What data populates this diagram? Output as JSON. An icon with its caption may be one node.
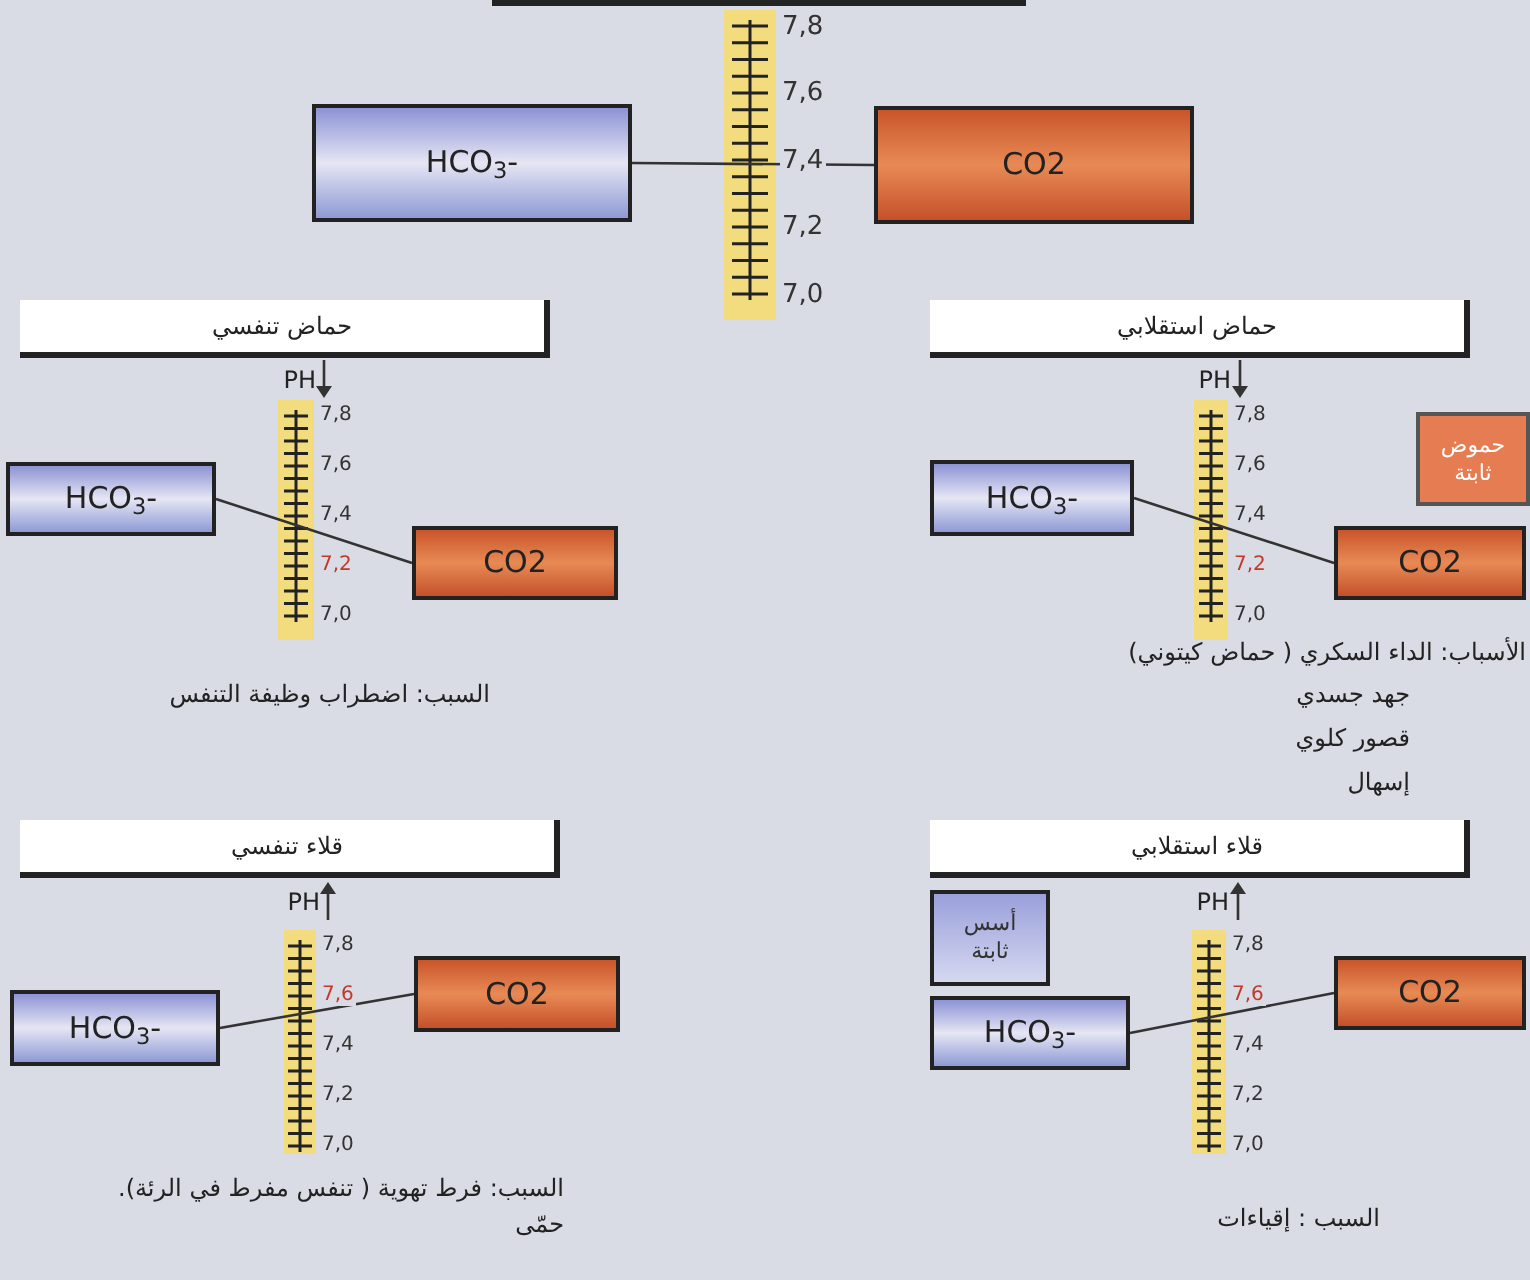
{
  "diagram": {
    "nodes": [
      {
        "text": [
          "HCO$_{3}$-"
        ]
      },
      {
        "text": [
          "CO2"
        ]
      },
      {
        "text": [
          "حماض تنفسي"
        ]
      },
      {
        "text": [
          "HCO$_{3}$-"
        ]
      },
      {
        "text": [
          "CO2"
        ]
      },
      {
        "text": [
          "حماض استقلابي"
        ]
      },
      {
        "text": [
          "حموض ثابتة"
        ]
      },
      {
        "text": [
          "HCO$_{3}$-"
        ]
      },
      {
        "text": [
          "CO2"
        ]
      },
      {
        "text": [
          "قلاء تنفسي"
        ]
      },
      {
        "text": [
          "HCO$_{3}$-"
        ]
      },
      {
        "text": [
          "CO2"
        ]
      },
      {
        "text": [
          "قلاء استقلابي"
        ]
      },
      {
        "text": [
          "أسس ثابتة"
        ]
      },
      {
        "text": [
          "HCO$_{3}$-"
        ]
      },
      {
        "text": [
          "CO2"
        ]
      }
    ],
    "edges": [
      {
        "from": 0,
        "to": 1,
        "arrow": "none"
      },
      {
        "from": 3,
        "to": 4,
        "arrow": "none"
      },
      {
        "from": 7,
        "to": 8,
        "arrow": "none"
      },
      {
        "from": 10,
        "to": 11,
        "arrow": "none"
      },
      {
        "from": 14,
        "to": 15,
        "arrow": "none"
      }
    ],
    "labels": [
      "7,8",
      "7,6",
      "7,4",
      "7,2",
      "7,0",
      "PH",
      "7,8",
      "7,6",
      "7,4",
      "7,2",
      "7,0",
      "السبب: اضطراب وظيفة التنفس",
      "PH",
      "7,8",
      "7,6",
      "7,4",
      "7,2",
      "7,0",
      "الأسباب: الداء السكري ( حماض كيتوني)",
      "جهد جسدي",
      "قصور كلوي",
      "إسهال",
      "PH",
      "7,8",
      "7,6",
      "7,4",
      "7,2",
      "7,0",
      "السبب: فرط تهوية ( تنفس مفرط في الرئة). حمّى",
      "PH",
      "7,8",
      "7,6",
      "7,4",
      "7,2",
      "7,0",
      "السبب : إقياءات"
    ]
  }
}
